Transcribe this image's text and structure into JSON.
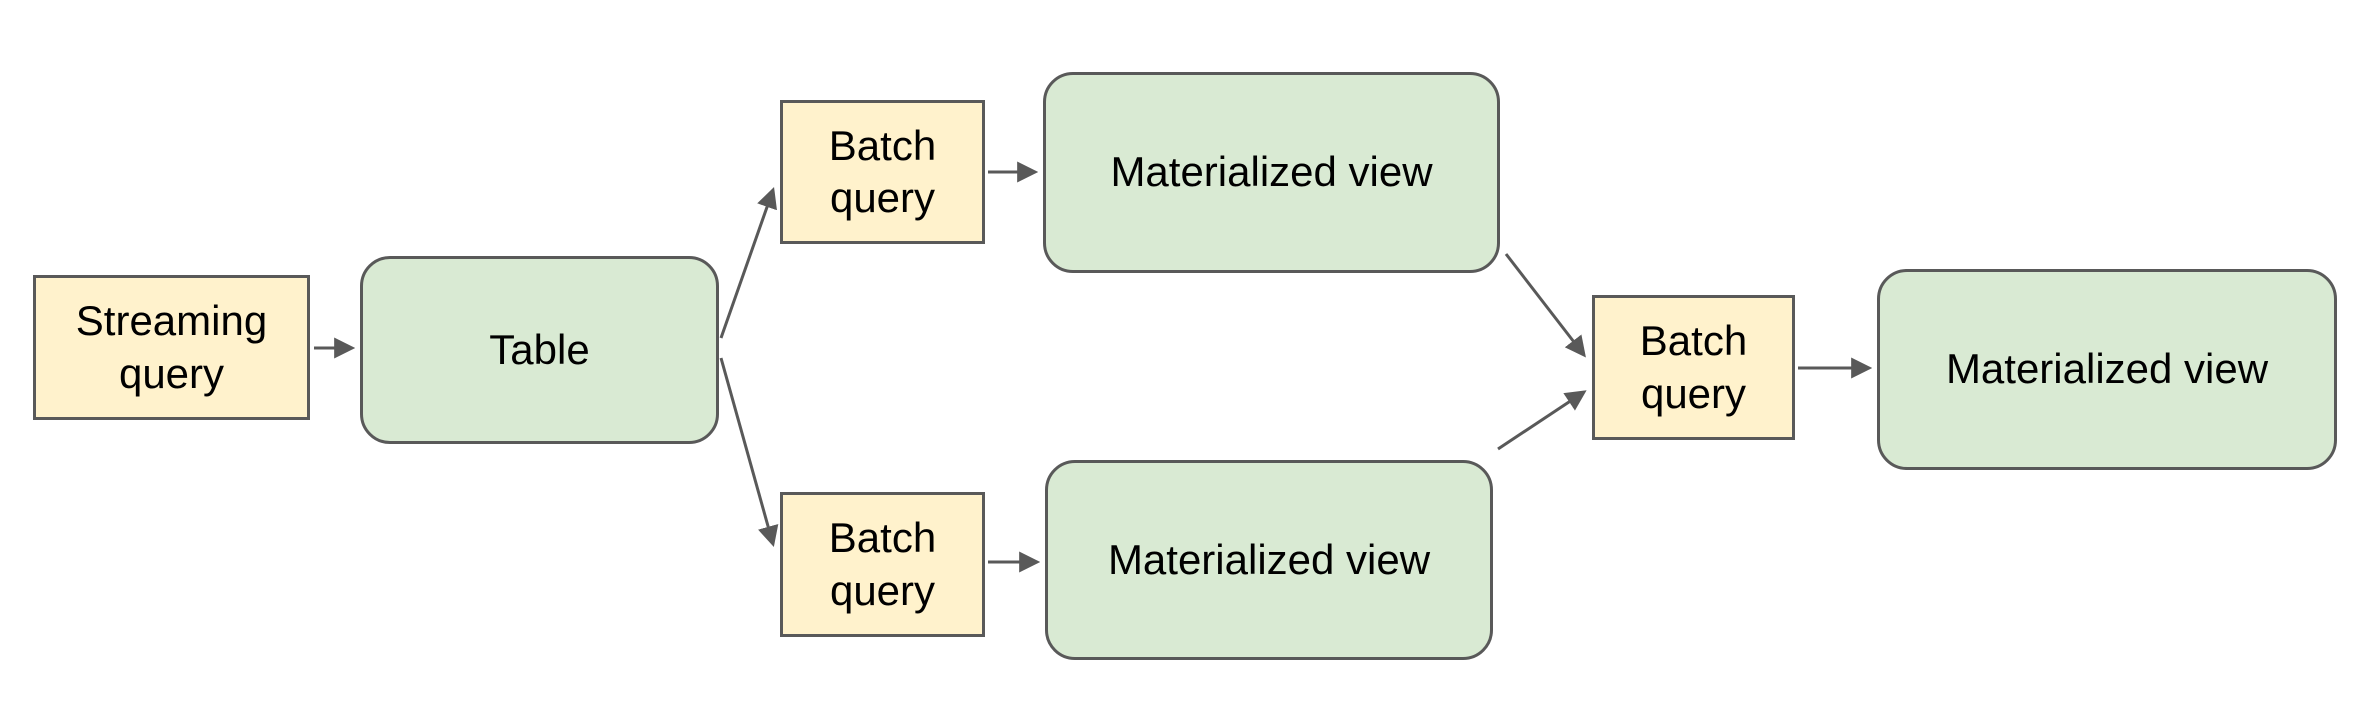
{
  "diagram": {
    "background_color": "#ffffff",
    "colors": {
      "query_box_fill": "#fff2cc",
      "store_box_fill": "#d9ead3",
      "border": "#595959",
      "arrow": "#595959",
      "text": "#000000"
    },
    "nodes": [
      {
        "id": "streaming-query",
        "label": "Streaming query",
        "shape": "rectangle",
        "kind": "query"
      },
      {
        "id": "table",
        "label": "Table",
        "shape": "rounded",
        "kind": "store"
      },
      {
        "id": "batch-query-top",
        "label": "Batch query",
        "shape": "rectangle",
        "kind": "query"
      },
      {
        "id": "materialized-view-top",
        "label": "Materialized view",
        "shape": "rounded",
        "kind": "store"
      },
      {
        "id": "batch-query-bottom",
        "label": "Batch query",
        "shape": "rectangle",
        "kind": "query"
      },
      {
        "id": "materialized-view-bottom",
        "label": "Materialized view",
        "shape": "rounded",
        "kind": "store"
      },
      {
        "id": "batch-query-merge",
        "label": "Batch query",
        "shape": "rectangle",
        "kind": "query"
      },
      {
        "id": "materialized-view-final",
        "label": "Materialized view",
        "shape": "rounded",
        "kind": "store"
      }
    ],
    "edges": [
      {
        "from": "streaming-query",
        "to": "table"
      },
      {
        "from": "table",
        "to": "batch-query-top"
      },
      {
        "from": "table",
        "to": "batch-query-bottom"
      },
      {
        "from": "batch-query-top",
        "to": "materialized-view-top"
      },
      {
        "from": "batch-query-bottom",
        "to": "materialized-view-bottom"
      },
      {
        "from": "materialized-view-top",
        "to": "batch-query-merge"
      },
      {
        "from": "materialized-view-bottom",
        "to": "batch-query-merge"
      },
      {
        "from": "batch-query-merge",
        "to": "materialized-view-final"
      }
    ]
  }
}
